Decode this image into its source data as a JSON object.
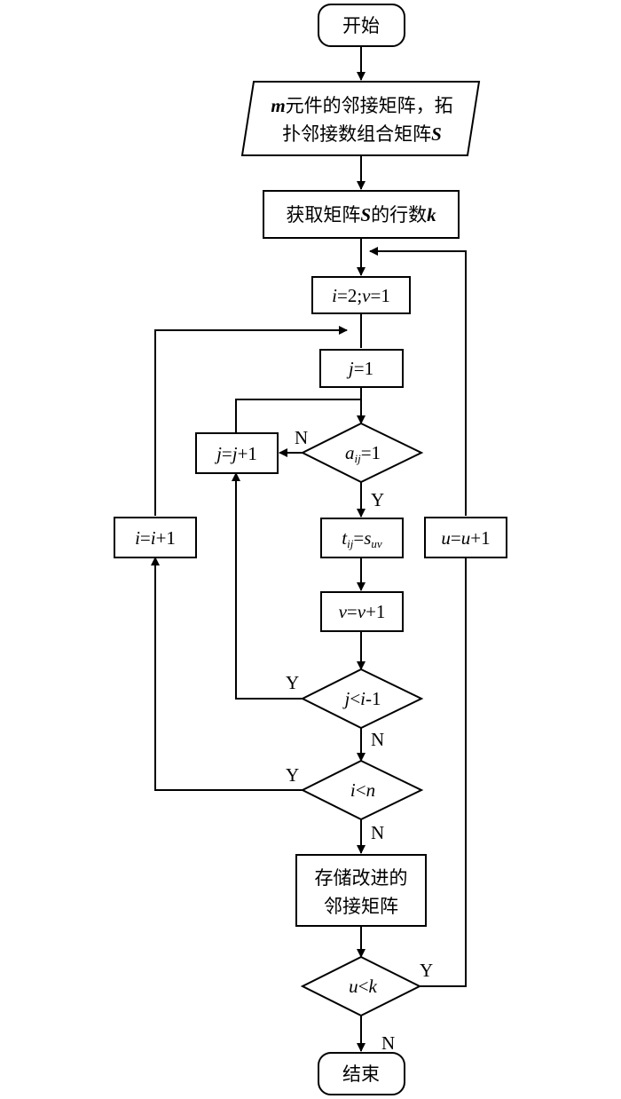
{
  "nodes": {
    "start": {
      "text": "开始"
    },
    "input": {
      "line1_var": "m",
      "line1": "元件的邻接矩阵，拓",
      "line2": "扑邻接数组合矩阵",
      "line2_var": "S"
    },
    "get_rows": {
      "pre": "获取矩阵",
      "var1": "S",
      "mid": "的行数",
      "var2": "k"
    },
    "init_iv": {
      "a": "i",
      "b": "=2;",
      "c": "v",
      "d": "=1"
    },
    "init_j": {
      "a": "j",
      "b": "=1"
    },
    "cond_a": {
      "a": "a",
      "sub": "ij",
      "b": "=1"
    },
    "inc_j": {
      "a": "j",
      "b": "=",
      "c": "j",
      "d": "+1"
    },
    "assign_t": {
      "a": "t",
      "sub1": "ij",
      "b": "=",
      "c": "s",
      "sub2": "uv"
    },
    "inc_v": {
      "a": "v",
      "b": "=",
      "c": "v",
      "d": "+1"
    },
    "cond_j": {
      "a": "j",
      "b": "<",
      "c": "i",
      "d": "-1"
    },
    "inc_i": {
      "a": "i",
      "b": "=",
      "c": "i",
      "d": "+1"
    },
    "cond_i": {
      "a": "i",
      "b": "<",
      "c": "n"
    },
    "store": {
      "line1": "存储改进的",
      "line2": "邻接矩阵"
    },
    "inc_u": {
      "a": "u",
      "b": "=",
      "c": "u",
      "d": "+1"
    },
    "cond_u": {
      "a": "u",
      "b": "<",
      "c": "k"
    },
    "end": {
      "text": "结束"
    }
  },
  "edge_labels": {
    "cond_a_no": "N",
    "cond_a_yes": "Y",
    "cond_j_yes": "Y",
    "cond_j_no": "N",
    "cond_i_yes": "Y",
    "cond_i_no": "N",
    "cond_u_yes": "Y",
    "cond_u_no": "N"
  }
}
